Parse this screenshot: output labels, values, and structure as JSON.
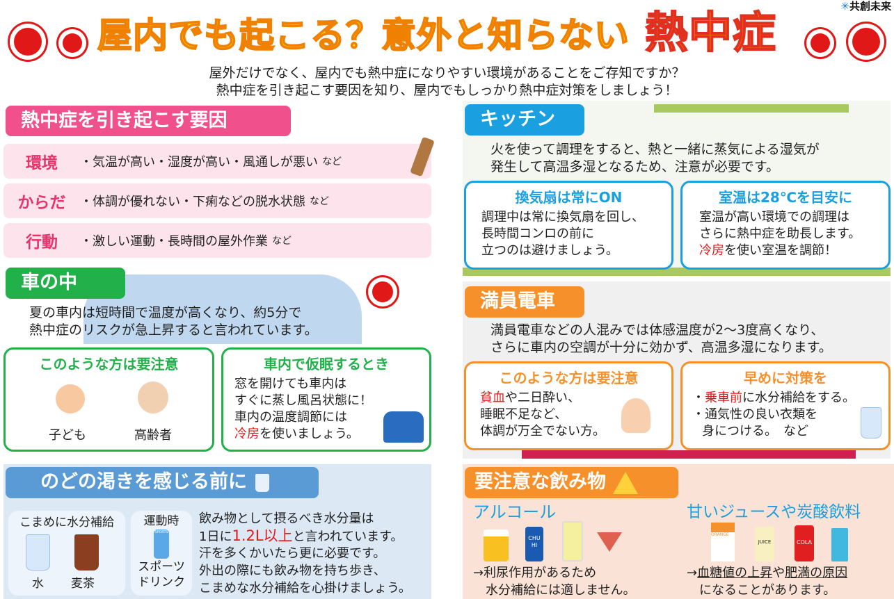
{
  "header": {
    "title": "屋内でも起こる？意外と知らない",
    "title_emph": "熱中症",
    "brand": "共創未来",
    "brand_mark": "✳",
    "intro": [
      "屋外だけでなく、屋内でも熱中症になりやすい環境があることをご存知ですか？",
      "熱中症を引き起こす要因を知り、屋内でもしっかり熱中症対策をしましょう！"
    ]
  },
  "causes": {
    "title": "熱中症を引き起こす要因",
    "items": [
      {
        "label": "環境",
        "text": "・気温が高い・湿度が高い・風通しが悪い",
        "suffix": "など"
      },
      {
        "label": "からだ",
        "text": "・体調が優れない・下痢などの脱水状態",
        "suffix": "など"
      },
      {
        "label": "行動",
        "text": "・激しい運動・長時間の屋外作業",
        "suffix": "など"
      }
    ]
  },
  "car": {
    "title": "車の中",
    "text": [
      "夏の車内は短時間で温度が高くなり、約5分で",
      "熱中症のリスクが急上昇すると言われています。"
    ],
    "caution": {
      "title": "このような方は要注意",
      "people": [
        "子ども",
        "高齢者"
      ]
    },
    "nap": {
      "title": "車内で仮眠するとき",
      "lines": [
        "窓を開けても車内は",
        "すぐに蒸し風呂状態に！",
        "車内の温度調節には"
      ],
      "last_red": "冷房",
      "last_rest": "を使いましょう。"
    }
  },
  "water": {
    "title": "のどの渇きを感じる前に",
    "frequent": {
      "title": "こまめに水分補給",
      "items": [
        "水",
        "麦茶"
      ]
    },
    "sports": {
      "title": "運動時",
      "item": [
        "スポーツ",
        "ドリンク"
      ],
      "bottle_label": "SPORTS"
    },
    "text1": "飲み物として摂るべき水分量は",
    "text2_pre": "1日に",
    "text2_red": "1.2L以上",
    "text2_post": "と言われています。",
    "text3": "汗を多くかいたら更に必要です。",
    "text4": "外出の際にも飲み物を持ち歩き、",
    "text5": "こまめな水分補給を心掛けましょう。"
  },
  "kitchen": {
    "title": "キッチン",
    "text": [
      "火を使って調理をすると、熱と一緒に蒸気による湿気が",
      "発生して高温多湿となるため、注意が必要です。"
    ],
    "fan": {
      "title": "換気扇は常にON",
      "lines": [
        "調理中は常に換気扇を回し、",
        "長時間コンロの前に",
        "立つのは避けましょう。"
      ]
    },
    "temp": {
      "title": "室温は28℃を目安に",
      "lines": [
        "室温が高い環境での調理は",
        "さらに熱中症を助長します。"
      ],
      "last_red": "冷房",
      "last_rest": "を使い室温を調節！"
    }
  },
  "train": {
    "title": "満員電車",
    "text": [
      "満員電車などの人混みでは体感温度が2〜3度高くなり、",
      "さらに車内の空調が十分に効かず、高温多湿になります。"
    ],
    "caution": {
      "title": "このような方は要注意",
      "l1_red": "貧血",
      "l1_rest": "や二日酔い、",
      "l2": "睡眠不足など、",
      "l3": "体調が万全でない方。"
    },
    "early": {
      "title": "早めに対策を",
      "l1_pre": "・",
      "l1_red": "乗車前",
      "l1_rest": "に水分補給をする。",
      "l2": "・通気性の良い衣類を",
      "l3": "身につける。　など"
    }
  },
  "drinks": {
    "title": "要注意な飲み物",
    "alcohol": {
      "title": "アルコール",
      "labels": [
        "CHU HI"
      ],
      "l1": "→利尿作用があるため",
      "l2": "水分補給には適しません。"
    },
    "sweet": {
      "title": "甘いジュースや炭酸飲料",
      "labels": [
        "ORANGE",
        "JUICE",
        "COLA"
      ],
      "l1_pre": "→",
      "l1_u1": "血糖値の上昇",
      "l1_mid": "や",
      "l1_u2": "肥満の原因",
      "l2": "になることがあります。"
    }
  },
  "colors": {
    "pink": "#f0508c",
    "green": "#22b04a",
    "blue_hdr": "#1aa0e0",
    "orange": "#f5902a",
    "water_blue": "#5b9bd5"
  }
}
